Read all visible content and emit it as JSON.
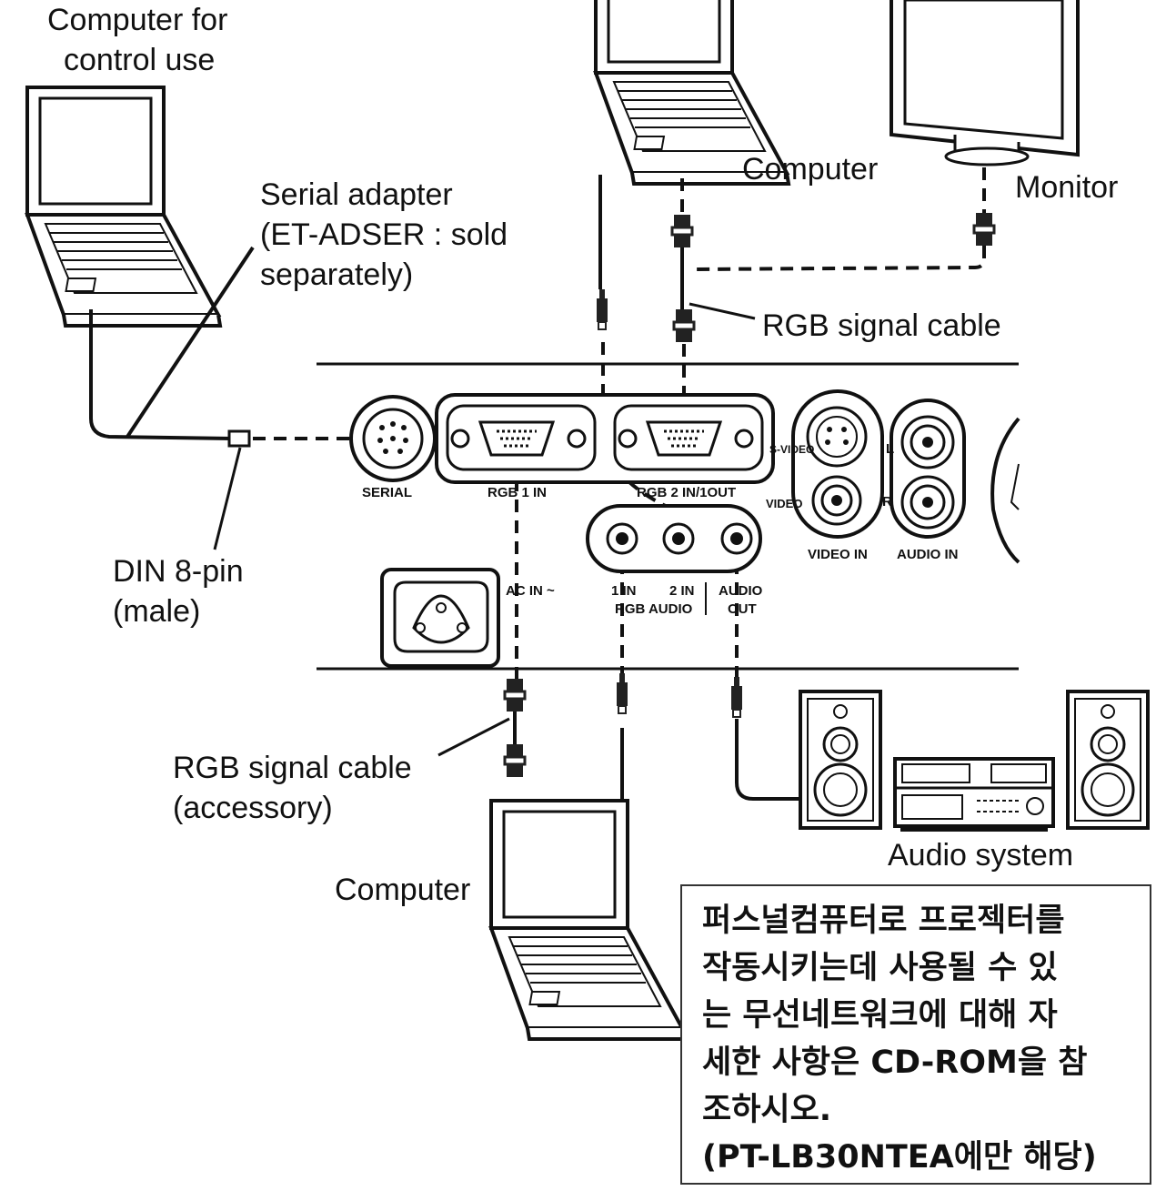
{
  "labels": {
    "control_computer": [
      "Computer for",
      "control use"
    ],
    "serial_adapter": [
      "Serial adapter",
      "(ET-ADSER : sold",
      "separately)"
    ],
    "computer_top": "Computer",
    "monitor": "Monitor",
    "rgb_cable_top": "RGB signal cable",
    "din_pin": [
      "DIN 8-pin",
      "(male)"
    ],
    "rgb_cable_bottom": [
      "RGB signal cable",
      "(accessory)"
    ],
    "computer_bottom": "Computer",
    "audio_system": "Audio system"
  },
  "panel": {
    "serial": "SERIAL",
    "rgb1_in": "RGB 1 IN",
    "rgb2_in_out": "RGB 2 IN/1OUT",
    "s_video": "S-VIDEO",
    "video": "VIDEO",
    "video_in": "VIDEO IN",
    "audio_in": "AUDIO IN",
    "audio_l": "L",
    "audio_r": "R",
    "ac_in": "AC IN ~",
    "in1": "1 IN",
    "in2": "2 IN",
    "rgb_audio": "RGB AUDIO",
    "audio_out": [
      "AUDIO",
      "OUT"
    ]
  },
  "note": [
    "퍼스널컴퓨터로 프로젝터를",
    "작동시키는데 사용될 수 있",
    "는 무선네트워크에 대해 자",
    "세한 사항은 CD-ROM을 참",
    "조하시오.",
    "(PT-LB30NTEA에만 해당)"
  ]
}
